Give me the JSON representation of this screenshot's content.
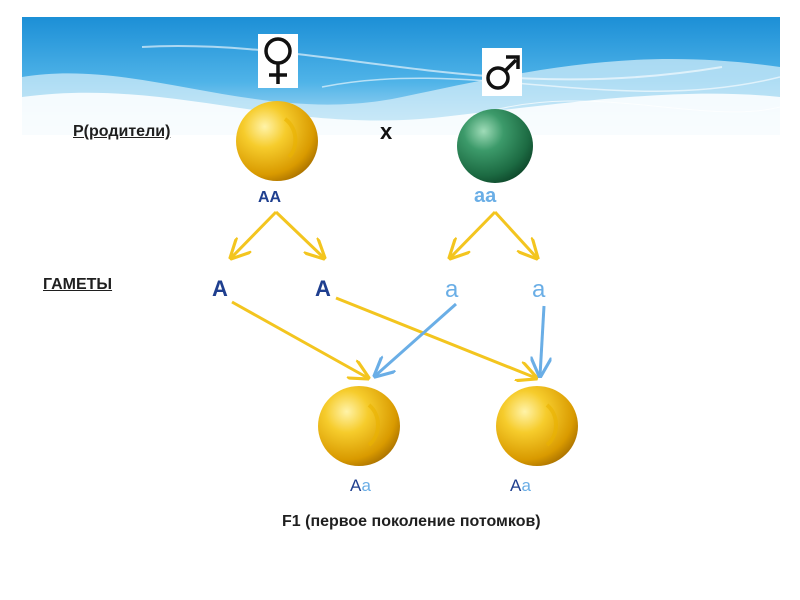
{
  "labels": {
    "parents": "Р(родители)",
    "gametes": "ГАМЕТЫ",
    "cross": "х",
    "female_genotype": "АА",
    "male_genotype": "аа",
    "f1": "F1 (первое поколение потомков)"
  },
  "gametes": {
    "female": [
      "А",
      "А"
    ],
    "male": [
      "а",
      "а"
    ]
  },
  "offspring": [
    {
      "dominant": "А",
      "recessive": "а"
    },
    {
      "dominant": "А",
      "recessive": "а"
    }
  ],
  "symbols": {
    "female": "♀",
    "male": "♂"
  },
  "colors": {
    "dominant_text": "#1f3f8f",
    "recessive_text": "#6aaee6",
    "yellow_arrow": "#f3c51f",
    "blue_arrow": "#6aaee6",
    "yellow_pea": "#f0b400",
    "green_pea": "#1f7a50"
  }
}
